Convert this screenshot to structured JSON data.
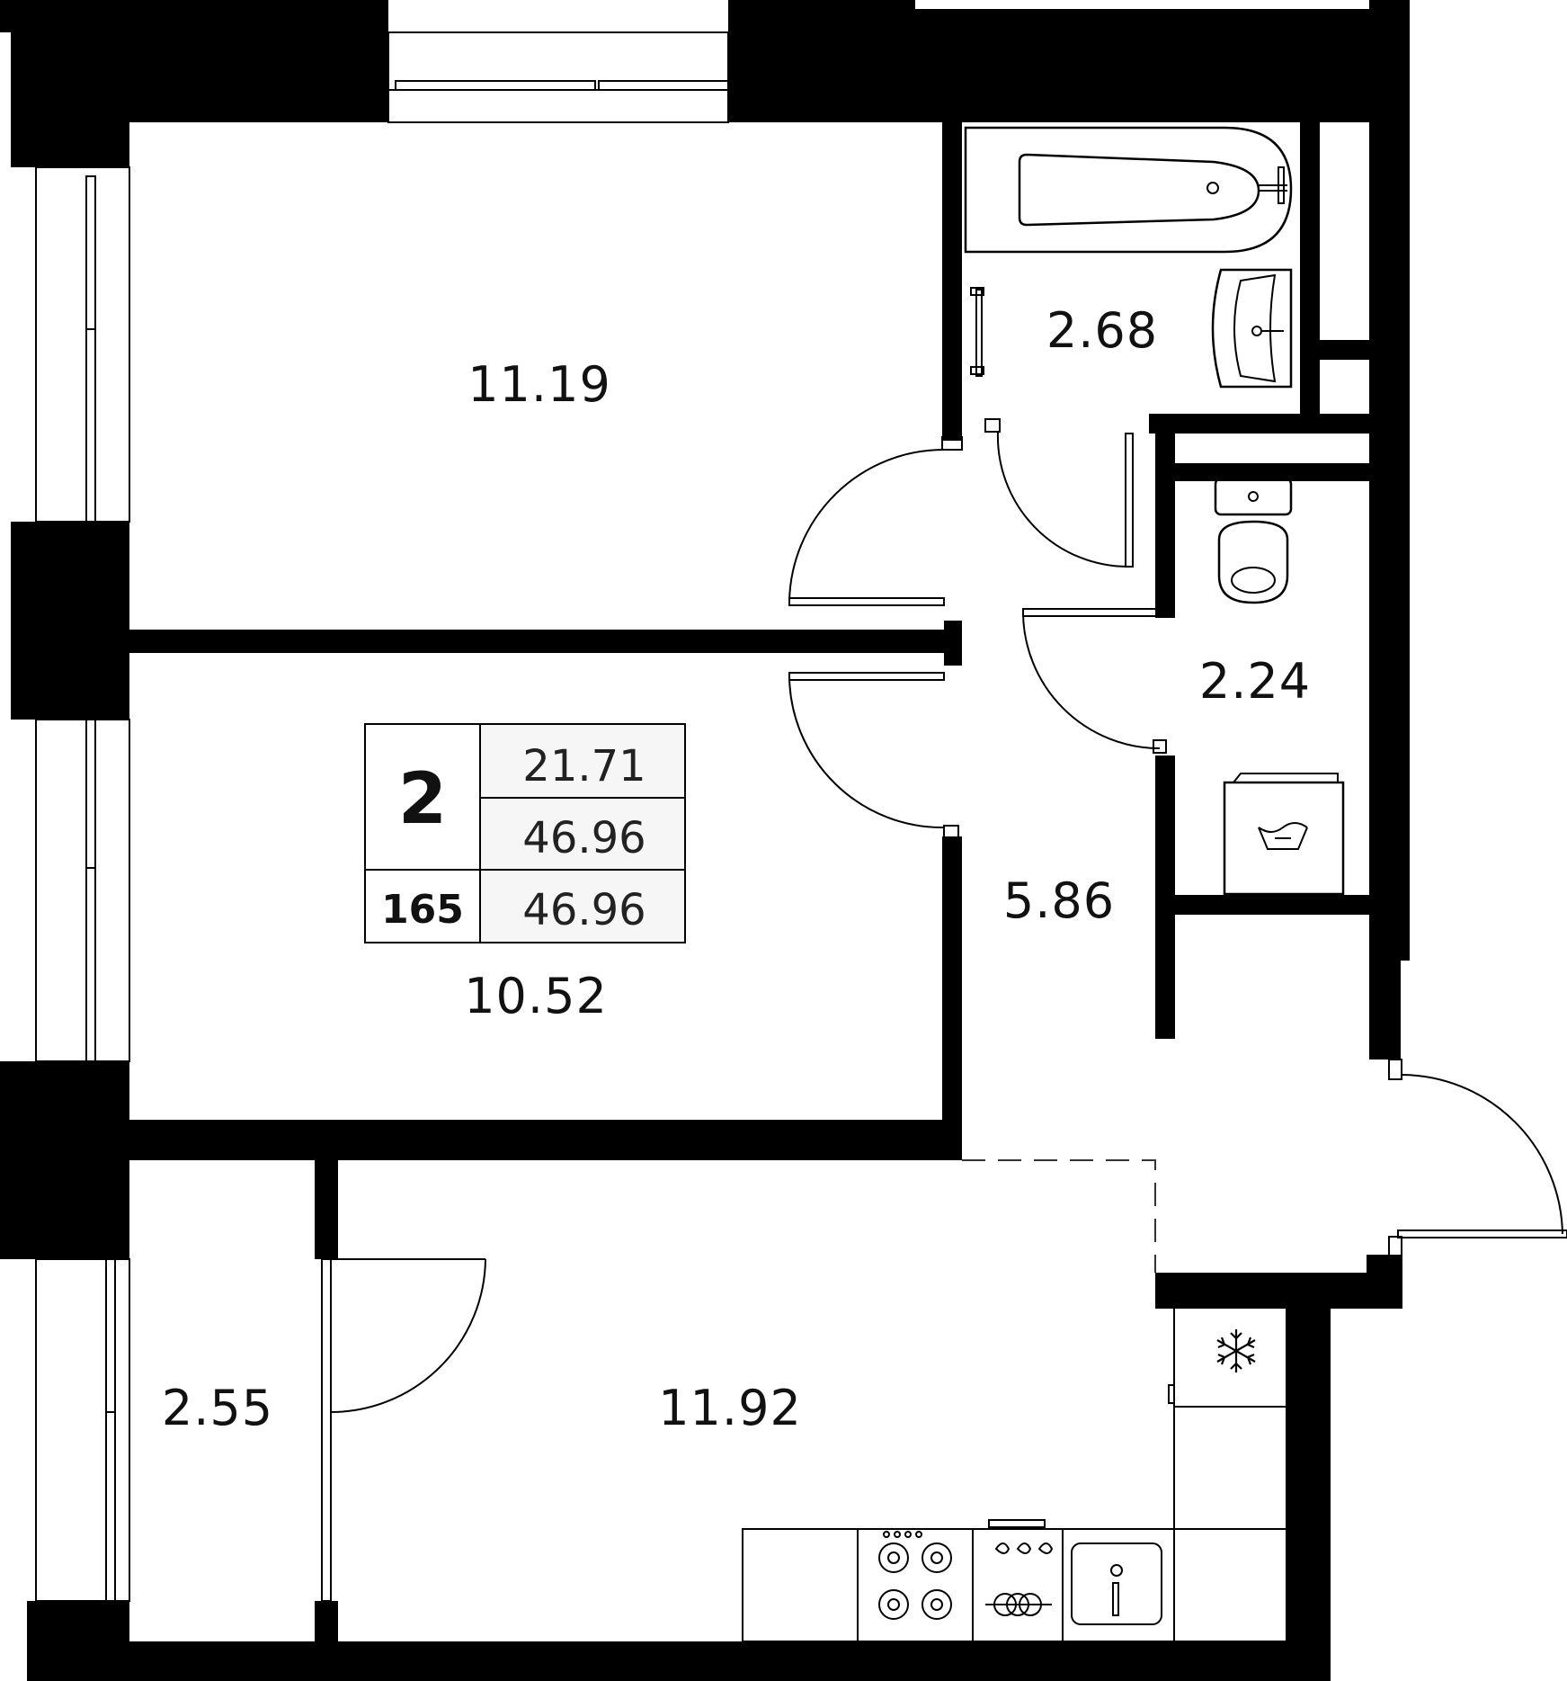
{
  "summary": {
    "rooms": "2",
    "living_area": "21.71",
    "total_area": "46.96",
    "unit_number": "165",
    "total_area_2": "46.96"
  },
  "rooms": [
    {
      "id": "bedroom-top",
      "area": "11.19"
    },
    {
      "id": "bathroom",
      "area": "2.68"
    },
    {
      "id": "toilet",
      "area": "2.24"
    },
    {
      "id": "hallway",
      "area": "5.86"
    },
    {
      "id": "bedroom-middle",
      "area": "10.52"
    },
    {
      "id": "balcony",
      "area": "2.55"
    },
    {
      "id": "kitchen",
      "area": "11.92"
    }
  ],
  "colors": {
    "wall": "#000000",
    "background": "#ffffff",
    "table_fill": "#f7f7f7"
  },
  "icons": [
    "bathtub-icon",
    "sink-icon",
    "towel-rail-icon",
    "toilet-icon",
    "washing-machine-icon",
    "fridge-snowflake-icon",
    "stove-icon",
    "oven-icon",
    "kitchen-sink-icon"
  ]
}
